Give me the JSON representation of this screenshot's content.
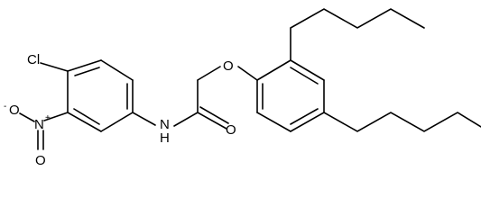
{
  "molecule": {
    "atom_labels": {
      "cl": "Cl",
      "n_plus": "N",
      "n_plus_charge": "+",
      "o_minus": "O",
      "o_minus_charge": "-",
      "o_nitro_double": "O",
      "n_amide": "N",
      "h_amide": "H",
      "o_carbonyl": "O",
      "o_ether": "O"
    }
  }
}
